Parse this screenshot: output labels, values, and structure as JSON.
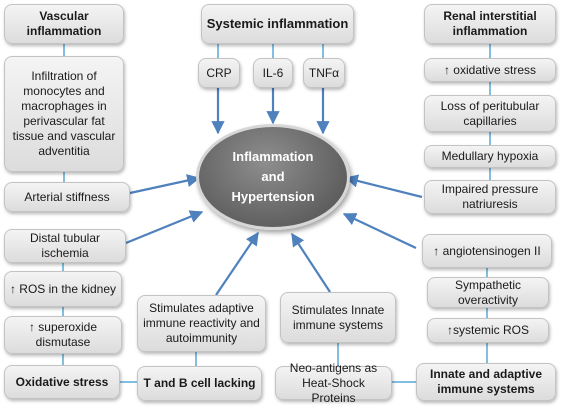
{
  "center": {
    "line1": "Inflammation",
    "line2": "and",
    "line3": "Hypertension"
  },
  "systemic": {
    "title": "Systemic inflammation",
    "markers": [
      "CRP",
      "IL-6",
      "TNFα"
    ]
  },
  "vascular": {
    "title": "Vascular inflammation",
    "items": [
      "Infiltration of monocytes and macrophages in perivascular fat tissue and vascular adventitia",
      "Arterial stiffness"
    ]
  },
  "renal": {
    "title": "Renal interstitial inflammation",
    "items": [
      "↑ oxidative stress",
      "Loss of peritubular capillaries",
      "Medullary hypoxia",
      "Impaired pressure natriuresis"
    ]
  },
  "oxidative": {
    "title": "Oxidative stress",
    "items": [
      "Distal tubular ischemia",
      "↑ ROS in the kidney",
      "↑ superoxide dismutase"
    ]
  },
  "tcell": {
    "title": "T and B cell lacking",
    "item": "Stimulates adaptive immune reactivity and autoimmunity"
  },
  "innate": {
    "title": "Innate and adaptive immune systems",
    "items": [
      "Stimulates Innate immune systems",
      "Neo-antigens as Heat-Shock Proteins",
      "↑ angiotensinogen II",
      "Sympathetic overactivity",
      "↑systemic ROS"
    ]
  },
  "colors": {
    "arrow": "#4f81bd",
    "connector": "#5aa9d6",
    "center": "#6e6e6e"
  }
}
